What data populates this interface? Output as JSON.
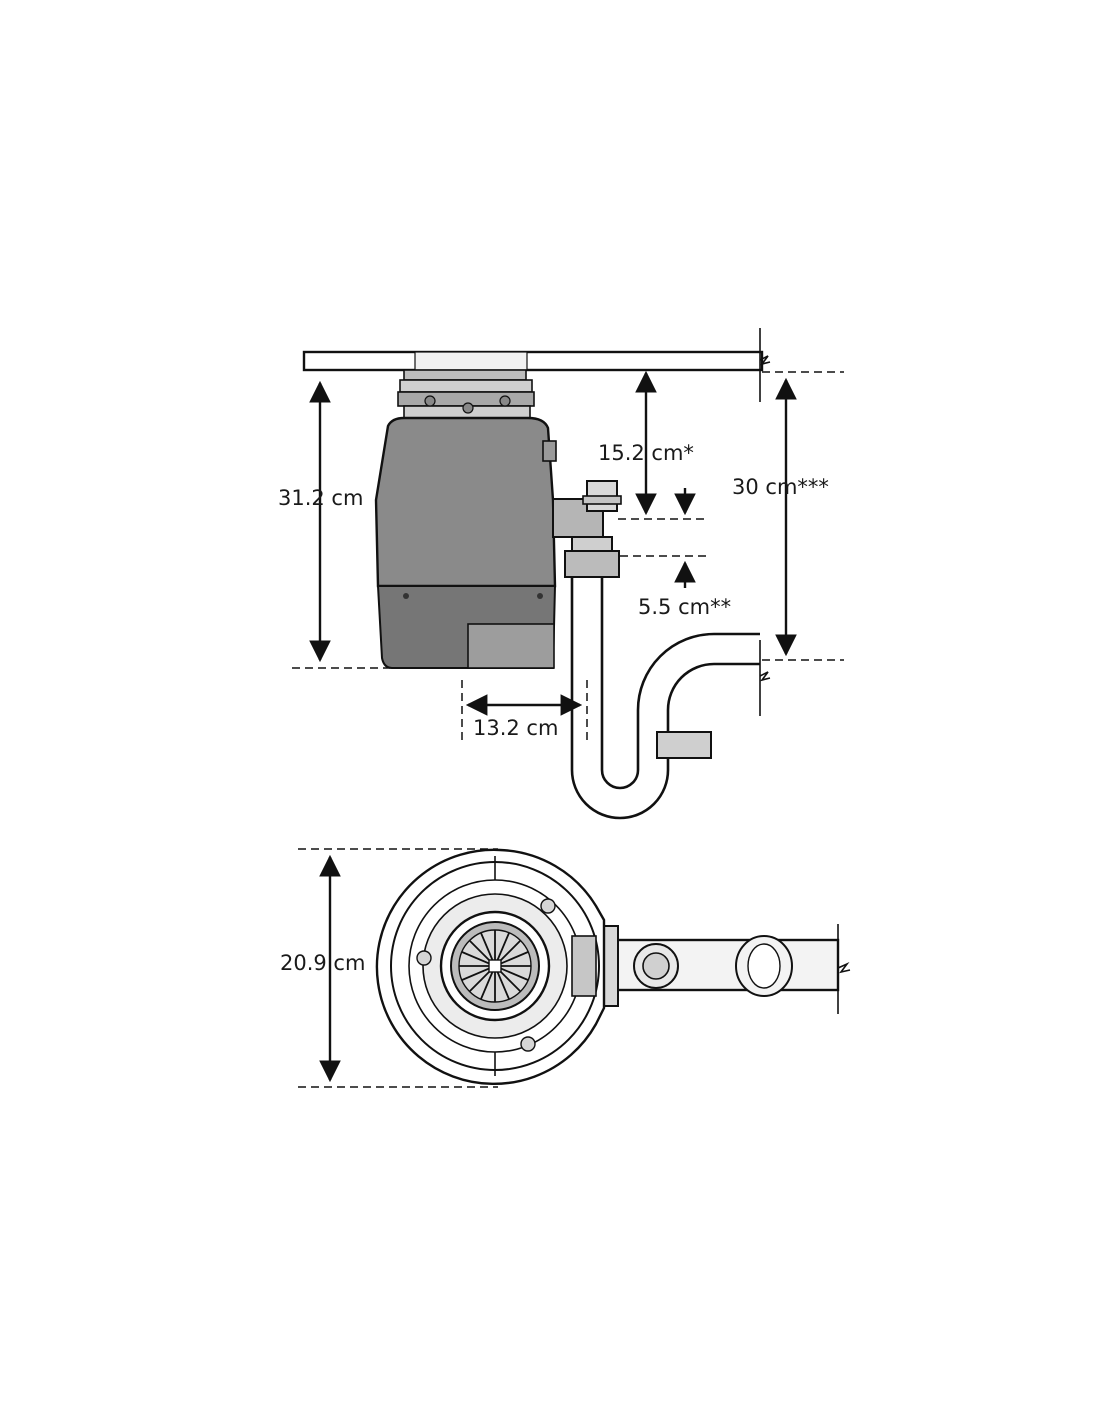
{
  "dimensions": {
    "height_total": "31.2 cm",
    "inlet_depth": "15.2 cm*",
    "outlet_offset": "5.5 cm**",
    "drain_height": "30 cm***",
    "outlet_reach": "13.2 cm",
    "diameter": "20.9 cm"
  }
}
